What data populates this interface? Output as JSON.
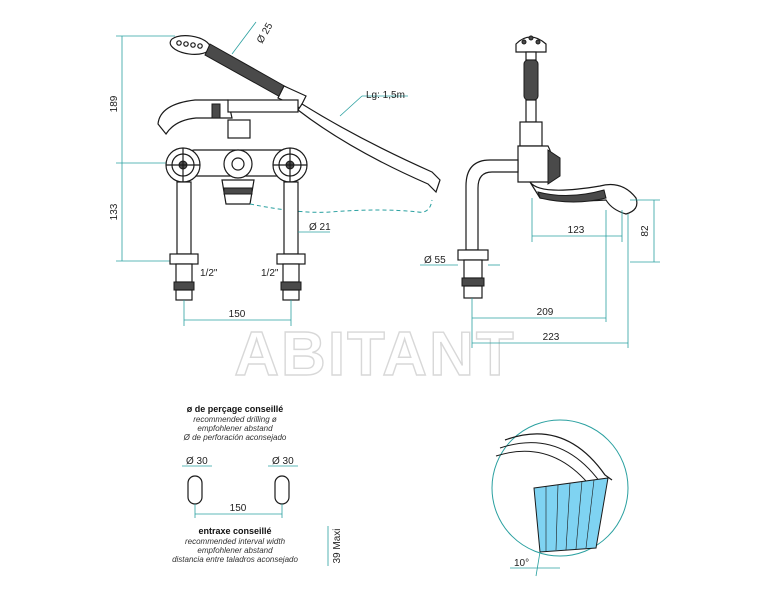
{
  "watermark": "ABITANT",
  "front_view": {
    "dim_height_total": "189",
    "dim_height_lower": "133",
    "dim_hand_shower_dia": "Ø 25",
    "dim_hose_length": "Lg: 1,5m",
    "dim_pipe_dia": "Ø 21",
    "dim_thread_left": "1/2\"",
    "dim_thread_right": "1/2\"",
    "dim_center_distance": "150"
  },
  "side_view": {
    "dim_base_dia": "Ø 55",
    "dim_spout_reach_123": "123",
    "dim_spout_height_82": "82",
    "dim_reach_209": "209",
    "dim_reach_223": "223"
  },
  "notes": {
    "drilling_title": "ø de perçage conseillé",
    "drilling_en": "recommended drilling ø",
    "drilling_de": "empfohlener abstand",
    "drilling_es": "Ø de perforación aconsejado",
    "hole_left_dia": "Ø 30",
    "hole_right_dia": "Ø 30",
    "hole_spacing": "150",
    "max_thickness": "39 Maxi",
    "interval_title": "entraxe conseillé",
    "interval_en": "recommended interval width",
    "interval_de": "empfohlener abstand",
    "interval_es": "distancia entre taladros aconsejado"
  },
  "detail": {
    "angle_label": "10°"
  }
}
